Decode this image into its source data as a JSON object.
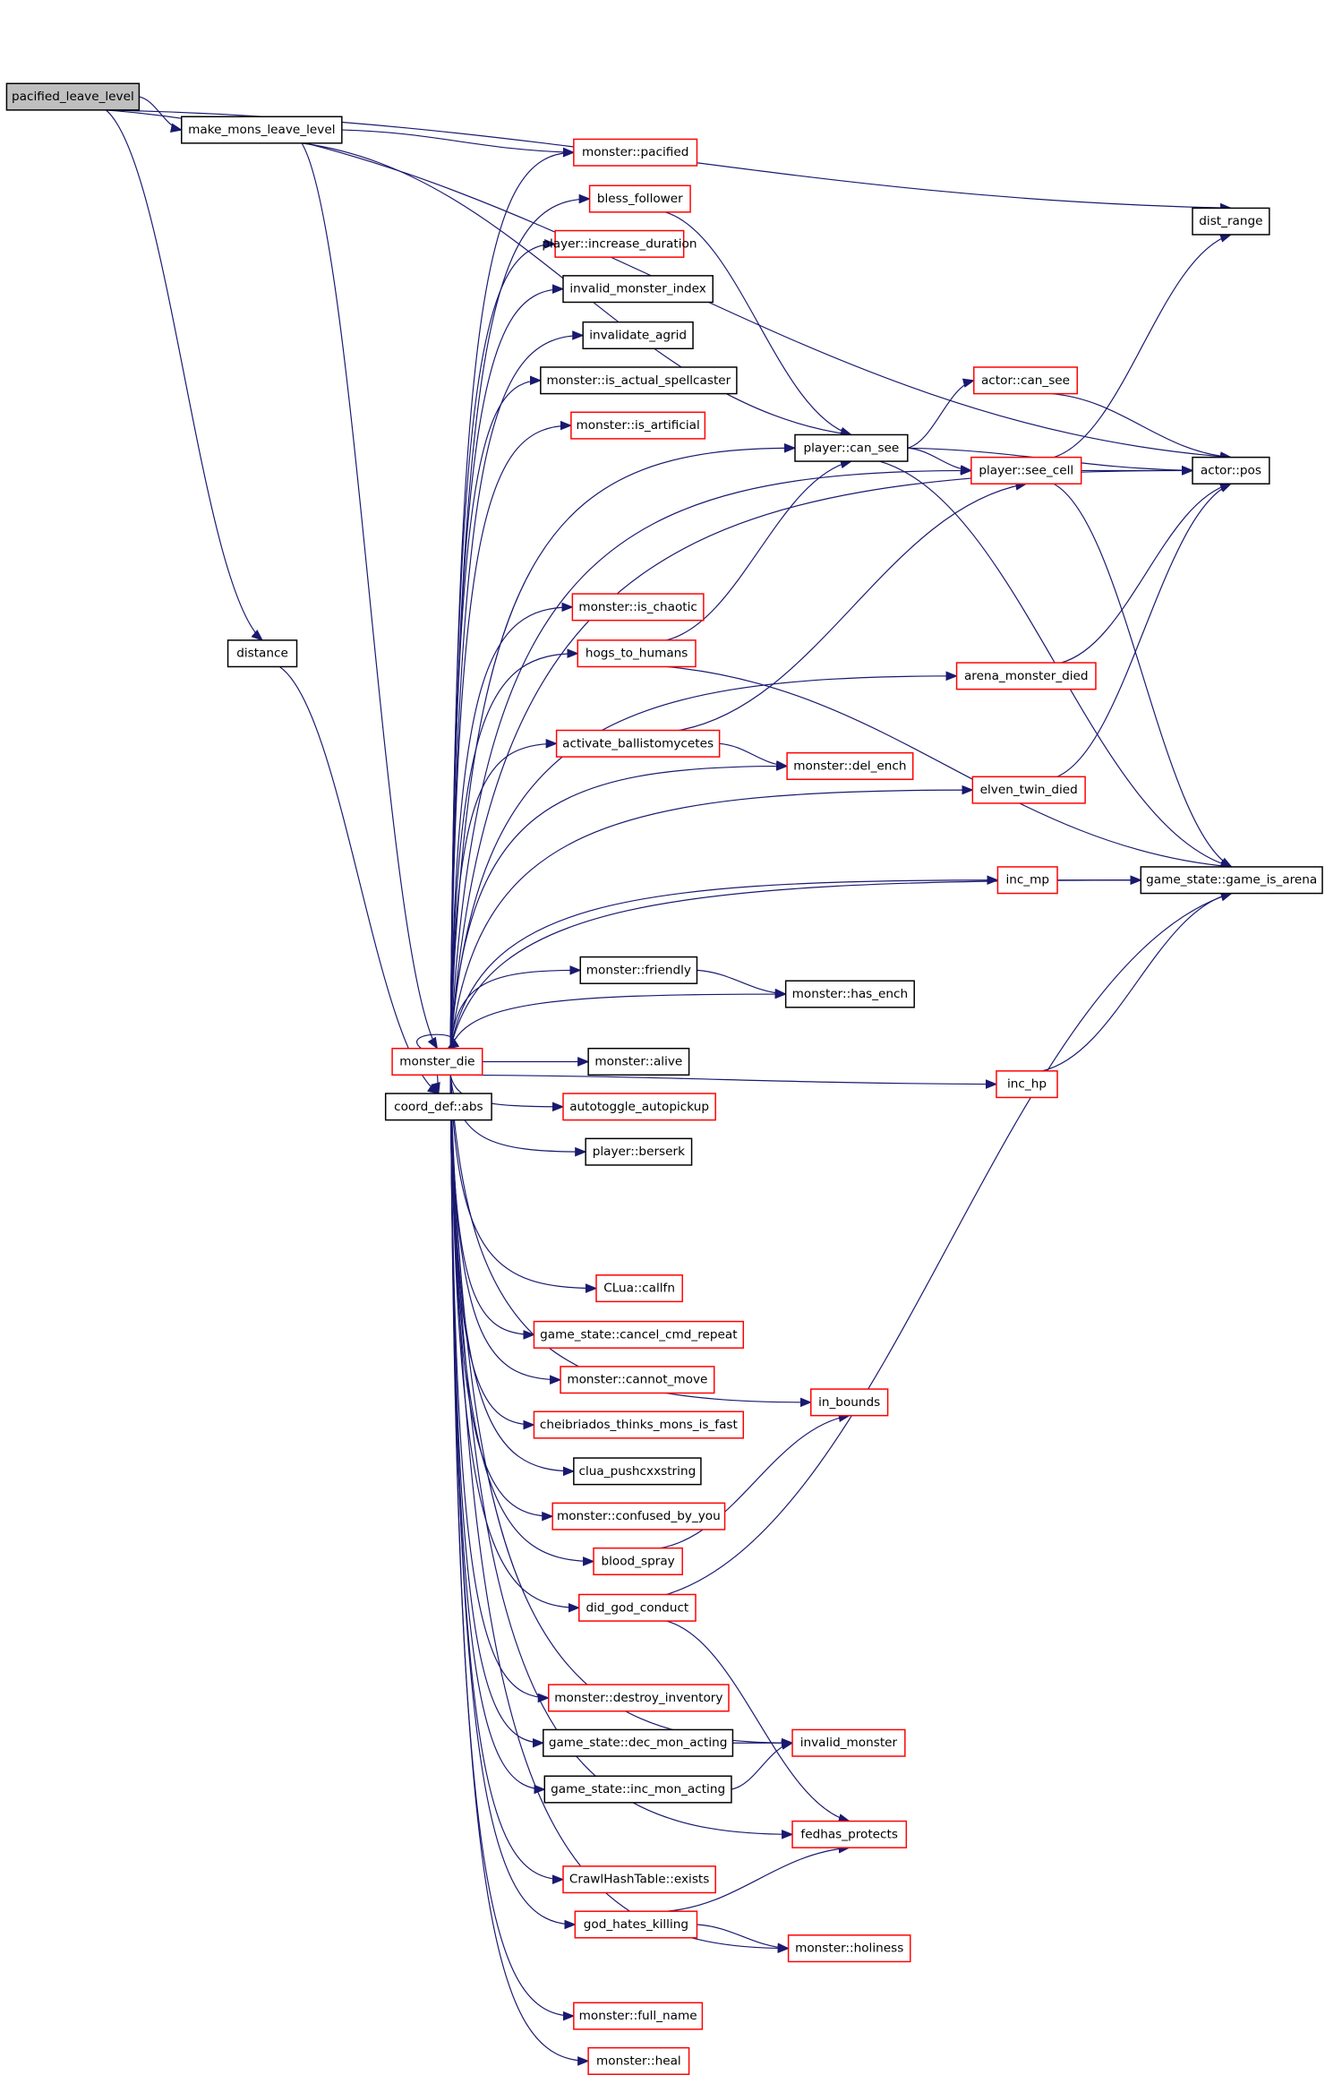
{
  "colors": {
    "edge": "#191970",
    "focus_fill": "#bfbfbf",
    "red_border": "#ff0000",
    "black_border": "#000000"
  },
  "nodes": [
    {
      "id": "pacified_leave_level",
      "label": "pacified_leave_level",
      "kind": "focus"
    },
    {
      "id": "make_mons_leave_level",
      "label": "make_mons_leave_level",
      "kind": "black"
    },
    {
      "id": "monster_pacified",
      "label": "monster::pacified",
      "kind": "red"
    },
    {
      "id": "bless_follower",
      "label": "bless_follower",
      "kind": "red"
    },
    {
      "id": "player_increase_duration",
      "label": "player::increase_duration",
      "kind": "red"
    },
    {
      "id": "invalid_monster_index",
      "label": "invalid_monster_index",
      "kind": "black"
    },
    {
      "id": "invalidate_agrid",
      "label": "invalidate_agrid",
      "kind": "black"
    },
    {
      "id": "monster_is_actual_spellcaster",
      "label": "monster::is_actual_spellcaster",
      "kind": "black"
    },
    {
      "id": "monster_is_artificial",
      "label": "monster::is_artificial",
      "kind": "red"
    },
    {
      "id": "player_can_see",
      "label": "player::can_see",
      "kind": "black"
    },
    {
      "id": "actor_can_see",
      "label": "actor::can_see",
      "kind": "red"
    },
    {
      "id": "player_see_cell",
      "label": "player::see_cell",
      "kind": "red"
    },
    {
      "id": "actor_pos",
      "label": "actor::pos",
      "kind": "black"
    },
    {
      "id": "dist_range",
      "label": "dist_range",
      "kind": "black"
    },
    {
      "id": "monster_is_chaotic",
      "label": "monster::is_chaotic",
      "kind": "red"
    },
    {
      "id": "hogs_to_humans",
      "label": "hogs_to_humans",
      "kind": "red"
    },
    {
      "id": "arena_monster_died",
      "label": "arena_monster_died",
      "kind": "red"
    },
    {
      "id": "activate_ballistomycetes",
      "label": "activate_ballistomycetes",
      "kind": "red"
    },
    {
      "id": "monster_del_ench",
      "label": "monster::del_ench",
      "kind": "red"
    },
    {
      "id": "elven_twin_died",
      "label": "elven_twin_died",
      "kind": "red"
    },
    {
      "id": "inc_mp",
      "label": "inc_mp",
      "kind": "red"
    },
    {
      "id": "game_is_arena",
      "label": "game_state::game_is_arena",
      "kind": "black"
    },
    {
      "id": "distance",
      "label": "distance",
      "kind": "black"
    },
    {
      "id": "monster_friendly",
      "label": "monster::friendly",
      "kind": "black"
    },
    {
      "id": "monster_has_ench",
      "label": "monster::has_ench",
      "kind": "black"
    },
    {
      "id": "monster_die",
      "label": "monster_die",
      "kind": "red"
    },
    {
      "id": "coord_def_abs",
      "label": "coord_def::abs",
      "kind": "black"
    },
    {
      "id": "monster_alive",
      "label": "monster::alive",
      "kind": "black"
    },
    {
      "id": "autotoggle_autopickup",
      "label": "autotoggle_autopickup",
      "kind": "red"
    },
    {
      "id": "player_berserk",
      "label": "player::berserk",
      "kind": "black"
    },
    {
      "id": "inc_hp",
      "label": "inc_hp",
      "kind": "red"
    },
    {
      "id": "clua_callfn",
      "label": "CLua::callfn",
      "kind": "red"
    },
    {
      "id": "cancel_cmd_repeat",
      "label": "game_state::cancel_cmd_repeat",
      "kind": "red"
    },
    {
      "id": "monster_cannot_move",
      "label": "monster::cannot_move",
      "kind": "red"
    },
    {
      "id": "in_bounds",
      "label": "in_bounds",
      "kind": "red"
    },
    {
      "id": "cheibriados",
      "label": "cheibriados_thinks_mons_is_fast",
      "kind": "red"
    },
    {
      "id": "clua_pushcxxstring",
      "label": "clua_pushcxxstring",
      "kind": "black"
    },
    {
      "id": "monster_confused_by_you",
      "label": "monster::confused_by_you",
      "kind": "red"
    },
    {
      "id": "blood_spray",
      "label": "blood_spray",
      "kind": "red"
    },
    {
      "id": "did_god_conduct",
      "label": "did_god_conduct",
      "kind": "red"
    },
    {
      "id": "monster_destroy_inventory",
      "label": "monster::destroy_inventory",
      "kind": "red"
    },
    {
      "id": "invalid_monster",
      "label": "invalid_monster",
      "kind": "red"
    },
    {
      "id": "dec_mon_acting",
      "label": "game_state::dec_mon_acting",
      "kind": "black"
    },
    {
      "id": "inc_mon_acting",
      "label": "game_state::inc_mon_acting",
      "kind": "black"
    },
    {
      "id": "fedhas_protects",
      "label": "fedhas_protects",
      "kind": "red"
    },
    {
      "id": "crawlhashtable_exists",
      "label": "CrawlHashTable::exists",
      "kind": "red"
    },
    {
      "id": "god_hates_killing",
      "label": "god_hates_killing",
      "kind": "red"
    },
    {
      "id": "monster_holiness",
      "label": "monster::holiness",
      "kind": "red"
    },
    {
      "id": "monster_full_name",
      "label": "monster::full_name",
      "kind": "red"
    },
    {
      "id": "monster_heal",
      "label": "monster::heal",
      "kind": "red"
    }
  ],
  "edges": [
    [
      "pacified_leave_level",
      "make_mons_leave_level"
    ],
    [
      "pacified_leave_level",
      "dist_range"
    ],
    [
      "pacified_leave_level",
      "actor_pos"
    ],
    [
      "pacified_leave_level",
      "distance"
    ],
    [
      "make_mons_leave_level",
      "monster_pacified"
    ],
    [
      "make_mons_leave_level",
      "player_can_see"
    ],
    [
      "make_mons_leave_level",
      "monster_die"
    ],
    [
      "distance",
      "coord_def_abs"
    ],
    [
      "monster_die",
      "monster_pacified"
    ],
    [
      "monster_die",
      "bless_follower"
    ],
    [
      "monster_die",
      "player_increase_duration"
    ],
    [
      "monster_die",
      "invalid_monster_index"
    ],
    [
      "monster_die",
      "invalidate_agrid"
    ],
    [
      "monster_die",
      "monster_is_actual_spellcaster"
    ],
    [
      "monster_die",
      "monster_is_artificial"
    ],
    [
      "monster_die",
      "player_can_see"
    ],
    [
      "monster_die",
      "player_see_cell"
    ],
    [
      "monster_die",
      "actor_pos"
    ],
    [
      "monster_die",
      "monster_is_chaotic"
    ],
    [
      "monster_die",
      "hogs_to_humans"
    ],
    [
      "monster_die",
      "arena_monster_died"
    ],
    [
      "monster_die",
      "activate_ballistomycetes"
    ],
    [
      "monster_die",
      "monster_del_ench"
    ],
    [
      "monster_die",
      "elven_twin_died"
    ],
    [
      "monster_die",
      "inc_mp"
    ],
    [
      "monster_die",
      "game_is_arena"
    ],
    [
      "monster_die",
      "monster_friendly"
    ],
    [
      "monster_die",
      "monster_has_ench"
    ],
    [
      "monster_die",
      "monster_die"
    ],
    [
      "monster_die",
      "monster_alive"
    ],
    [
      "monster_die",
      "autotoggle_autopickup"
    ],
    [
      "monster_die",
      "player_berserk"
    ],
    [
      "monster_die",
      "inc_hp"
    ],
    [
      "monster_die",
      "in_bounds"
    ],
    [
      "monster_die",
      "clua_callfn"
    ],
    [
      "monster_die",
      "cancel_cmd_repeat"
    ],
    [
      "monster_die",
      "monster_cannot_move"
    ],
    [
      "monster_die",
      "cheibriados"
    ],
    [
      "monster_die",
      "clua_pushcxxstring"
    ],
    [
      "monster_die",
      "monster_confused_by_you"
    ],
    [
      "monster_die",
      "blood_spray"
    ],
    [
      "monster_die",
      "did_god_conduct"
    ],
    [
      "monster_die",
      "invalid_monster"
    ],
    [
      "monster_die",
      "monster_destroy_inventory"
    ],
    [
      "monster_die",
      "dec_mon_acting"
    ],
    [
      "monster_die",
      "inc_mon_acting"
    ],
    [
      "monster_die",
      "fedhas_protects"
    ],
    [
      "monster_die",
      "crawlhashtable_exists"
    ],
    [
      "monster_die",
      "god_hates_killing"
    ],
    [
      "monster_die",
      "monster_holiness"
    ],
    [
      "monster_die",
      "monster_full_name"
    ],
    [
      "monster_die",
      "monster_heal"
    ],
    [
      "monster_die",
      "coord_def_abs"
    ],
    [
      "bless_follower",
      "player_can_see"
    ],
    [
      "player_can_see",
      "actor_can_see"
    ],
    [
      "player_can_see",
      "player_see_cell"
    ],
    [
      "player_can_see",
      "actor_pos"
    ],
    [
      "player_can_see",
      "game_is_arena"
    ],
    [
      "actor_can_see",
      "actor_pos"
    ],
    [
      "player_see_cell",
      "actor_pos"
    ],
    [
      "player_see_cell",
      "dist_range"
    ],
    [
      "player_see_cell",
      "game_is_arena"
    ],
    [
      "hogs_to_humans",
      "player_can_see"
    ],
    [
      "hogs_to_humans",
      "game_is_arena"
    ],
    [
      "activate_ballistomycetes",
      "player_see_cell"
    ],
    [
      "activate_ballistomycetes",
      "monster_del_ench"
    ],
    [
      "arena_monster_died",
      "actor_pos"
    ],
    [
      "elven_twin_died",
      "actor_pos"
    ],
    [
      "inc_mp",
      "game_is_arena"
    ],
    [
      "inc_hp",
      "game_is_arena"
    ],
    [
      "monster_friendly",
      "monster_has_ench"
    ],
    [
      "blood_spray",
      "in_bounds"
    ],
    [
      "did_god_conduct",
      "game_is_arena"
    ],
    [
      "did_god_conduct",
      "fedhas_protects"
    ],
    [
      "dec_mon_acting",
      "invalid_monster"
    ],
    [
      "inc_mon_acting",
      "invalid_monster"
    ],
    [
      "god_hates_killing",
      "fedhas_protects"
    ],
    [
      "god_hates_killing",
      "monster_holiness"
    ]
  ]
}
